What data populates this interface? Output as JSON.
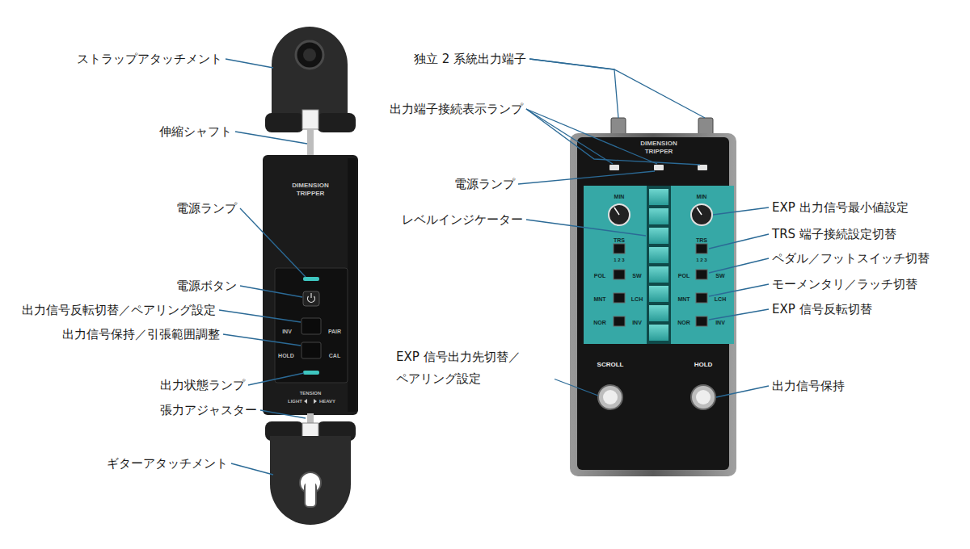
{
  "diagram": {
    "labels": [
      "ストラップアタッチメント",
      "伸縮シャフト",
      "電源ランプ",
      "電源ボタン",
      "出力信号反転切替／ペアリング設定",
      "出力信号保持／引張範囲調整",
      "出力状態ランプ",
      "張力アジャスター",
      "ギターアタッチメント",
      "独立 2 系統出力端子",
      "出力端子接続表示ランプ",
      "電源ランプ",
      "レベルインジケーター",
      "EXP 信号出力先切替／ ペアリング設定",
      "EXP 出力信号最小値設定",
      "TRS 端子接続設定切替",
      "ペダル／フットスイッチ切替",
      "モーメンタリ／ラッチ切替",
      "EXP 信号反転切替",
      "出力信号保持",
      "DIMENSION",
      "TRIPPER",
      "INV",
      "PAIR",
      "HOLD",
      "CAL",
      "TENSION",
      "LIGHT",
      "HEAVY",
      "DIMENSION",
      "TRIPPER",
      "MIN",
      "MIN",
      "TRS",
      "1 2 3",
      "TRS",
      "1 2 3",
      "POL",
      "SW",
      "POL",
      "SW",
      "MNT",
      "LCH",
      "MNT",
      "LCH",
      "NOR",
      "INV",
      "NOR",
      "INV",
      "SCROLL",
      "HOLD"
    ]
  }
}
